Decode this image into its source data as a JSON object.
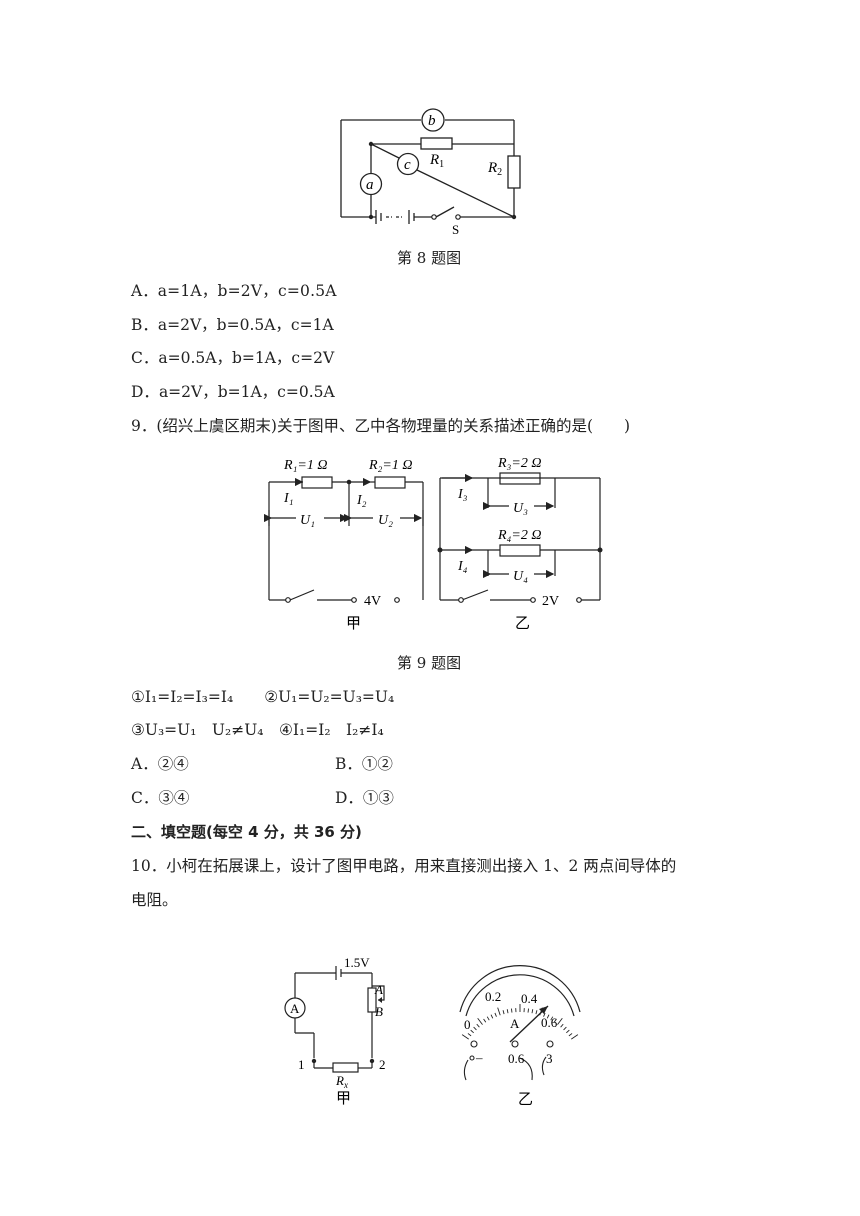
{
  "q8": {
    "caption": "第 8 题图",
    "labels": {
      "b": "b",
      "c": "c",
      "a": "a",
      "R1": "R",
      "R1s": "1",
      "R2": "R",
      "R2s": "2",
      "S": "S"
    },
    "options": {
      "A": {
        "k": "A．",
        "t": "a=1A，b=2V，c=0.5A"
      },
      "B": {
        "k": "B．",
        "t": "a=2V，b=0.5A，c=1A"
      },
      "C": {
        "k": "C．",
        "t": "a=0.5A，b=1A，c=2V"
      },
      "D": {
        "k": "D．",
        "t": "a=2V，b=1A，c=0.5A"
      }
    }
  },
  "q9": {
    "stem": "9．(绍兴上虞区期末)关于图甲、乙中各物理量的关系描述正确的是(　　)",
    "caption": "第 9 题图",
    "jia": {
      "R1": "R₁=1 Ω",
      "R2": "R₂=1 Ω",
      "I1": "I₁",
      "I2": "I₂",
      "U1": "U₁",
      "U2": "U₂",
      "V": "4V",
      "name": "甲"
    },
    "yi": {
      "R3": "R₃=2 Ω",
      "R4": "R₄=2 Ω",
      "I3": "I₃",
      "I4": "I₄",
      "U3": "U₃",
      "U4": "U₄",
      "V": "2V",
      "name": "乙"
    },
    "s1": "①I₁=I₂=I₃=I₄　　②U₁=U₂=U₃=U₄",
    "s2": "③U₃=U₁　U₂≠U₄　④I₁=I₂　I₂≠I₄",
    "options": {
      "A": "A．②④",
      "B": "B．①②",
      "C": "C．③④",
      "D": "D．①③"
    }
  },
  "section2": "二、填空题(每空 4 分，共 36 分)",
  "q10": {
    "line1": "10．小柯在拓展课上，设计了图甲电路，用来直接测出接入 1、2 两点间导体的",
    "line2": "电阻。",
    "jia": {
      "V": "1.5V",
      "A": "A",
      "Bl": "B",
      "ammeter": "A",
      "n1": "1",
      "n2": "2",
      "Rx": "R",
      "Rxs": "x",
      "name": "甲"
    },
    "yi": {
      "t0": "0",
      "t02": "0.2",
      "t04": "0.4",
      "t06": "0.6",
      "unit": "A",
      "minus": "–",
      "p06": "0.6",
      "p3": "3",
      "name": "乙"
    }
  }
}
